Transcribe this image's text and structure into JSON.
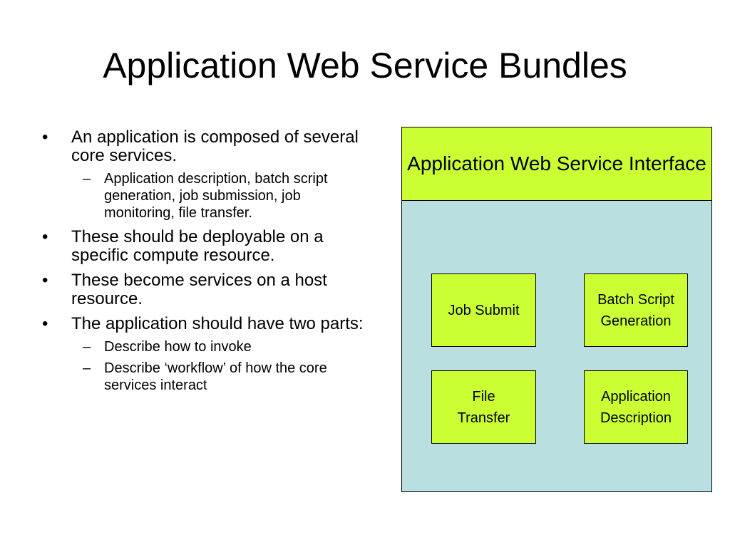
{
  "slide": {
    "title": "Application Web Service Bundles",
    "bullets": [
      {
        "text": "An application is composed of several core services.",
        "subs": [
          "Application description, batch script generation, job submission, job monitoring, file transfer."
        ]
      },
      {
        "text": "These should be deployable on a specific compute resource.",
        "subs": []
      },
      {
        "text": "These become services on a host resource.",
        "subs": []
      },
      {
        "text": "The application should have two parts:",
        "subs": [
          "Describe how to invoke",
          "Describe ‘workflow’ of how the core services interact"
        ]
      }
    ],
    "bullet_symbol": "•",
    "dash_symbol": "–"
  },
  "diagram": {
    "interface_label": "Application Web Service Interface",
    "services": [
      "Job Submit",
      "Batch Script\nGeneration",
      "File\nTransfer",
      "Application\nDescription"
    ],
    "colors": {
      "service_box": "#ccff33",
      "container": "#b9dfe0",
      "border": "#000000"
    }
  }
}
